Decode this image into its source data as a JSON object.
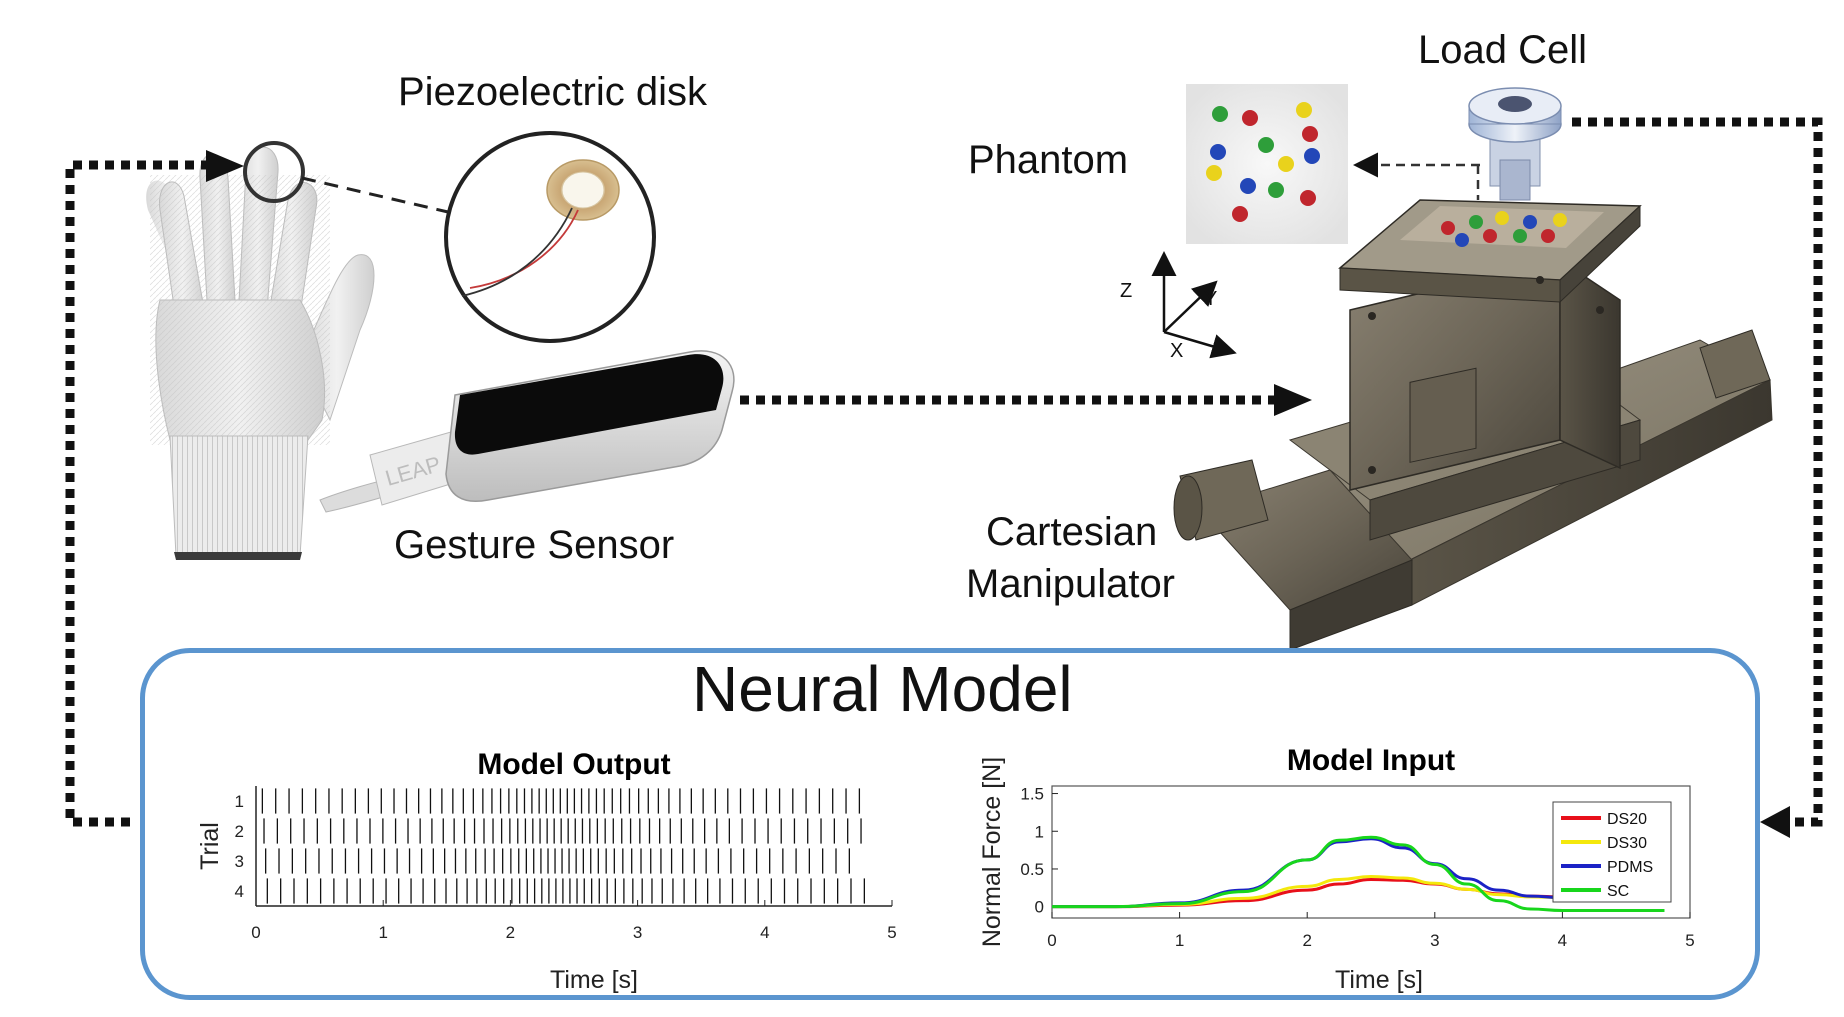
{
  "labels": {
    "piezo": "Piezoelectric disk",
    "gesture": "Gesture Sensor",
    "phantom": "Phantom",
    "load_cell": "Load Cell",
    "cartesian_line1": "Cartesian",
    "cartesian_line2": "Manipulator",
    "neural_model": "Neural Model",
    "leap_logo": "LEAP",
    "axis_z": "Z",
    "axis_y": "Y",
    "axis_x": "X"
  },
  "colors": {
    "frame_blue": "#5b95cf",
    "arrow": "#111111",
    "phantom_dots": [
      "#2e9e3a",
      "#c0262d",
      "#e9d21c",
      "#2347b8"
    ]
  },
  "chart_data": [
    {
      "type": "raster",
      "title": "Model Output",
      "xlabel": "Time [s]",
      "ylabel": "Trial",
      "xlim": [
        0,
        5
      ],
      "xticks": [
        0,
        1,
        2,
        3,
        4,
        5
      ],
      "yticks": [
        1,
        2,
        3,
        4
      ],
      "trials": [
        {
          "trial": 1,
          "end": 4.75
        },
        {
          "trial": 2,
          "end": 4.85
        },
        {
          "trial": 3,
          "end": 4.7
        },
        {
          "trial": 4,
          "end": 4.8
        }
      ],
      "spike_window": [
        0.05,
        4.85
      ]
    },
    {
      "type": "line",
      "title": "Model Input",
      "xlabel": "Time [s]",
      "ylabel": "Normal Force [N]",
      "xlim": [
        0,
        5
      ],
      "ylim": [
        -0.15,
        1.6
      ],
      "xticks": [
        0,
        1,
        2,
        3,
        4,
        5
      ],
      "yticks": [
        0,
        0.5,
        1,
        1.5
      ],
      "legend_position": "top-right",
      "series": [
        {
          "name": "DS20",
          "color": "#e8101a",
          "x": [
            0,
            0.5,
            1,
            1.5,
            2,
            2.25,
            2.5,
            2.75,
            3,
            3.25,
            3.5,
            3.75,
            4,
            4.2
          ],
          "y": [
            0,
            0,
            0.02,
            0.08,
            0.22,
            0.3,
            0.36,
            0.35,
            0.3,
            0.23,
            0.17,
            0.14,
            0.13,
            0.13
          ]
        },
        {
          "name": "DS30",
          "color": "#f4e80c",
          "x": [
            0,
            0.5,
            1,
            1.5,
            2,
            2.25,
            2.5,
            2.75,
            3,
            3.25,
            3.5,
            3.75,
            4,
            4.2
          ],
          "y": [
            0,
            0,
            0.03,
            0.11,
            0.27,
            0.36,
            0.4,
            0.38,
            0.31,
            0.23,
            0.16,
            0.13,
            0.12,
            0.12
          ]
        },
        {
          "name": "PDMS",
          "color": "#1b22c6",
          "x": [
            0,
            0.5,
            1,
            1.5,
            2,
            2.25,
            2.5,
            2.75,
            3,
            3.25,
            3.5,
            3.75,
            4,
            4.2
          ],
          "y": [
            0,
            0,
            0.05,
            0.22,
            0.62,
            0.86,
            0.9,
            0.78,
            0.57,
            0.37,
            0.22,
            0.14,
            0.12,
            0.12
          ]
        },
        {
          "name": "SC",
          "color": "#18d61c",
          "x": [
            0,
            0.5,
            1,
            1.5,
            2,
            2.25,
            2.5,
            2.75,
            3,
            3.25,
            3.5,
            3.75,
            4,
            4.5,
            4.8
          ],
          "y": [
            0,
            0,
            0.04,
            0.2,
            0.62,
            0.88,
            0.92,
            0.82,
            0.56,
            0.3,
            0.08,
            -0.03,
            -0.05,
            -0.05,
            -0.05
          ]
        }
      ]
    }
  ]
}
